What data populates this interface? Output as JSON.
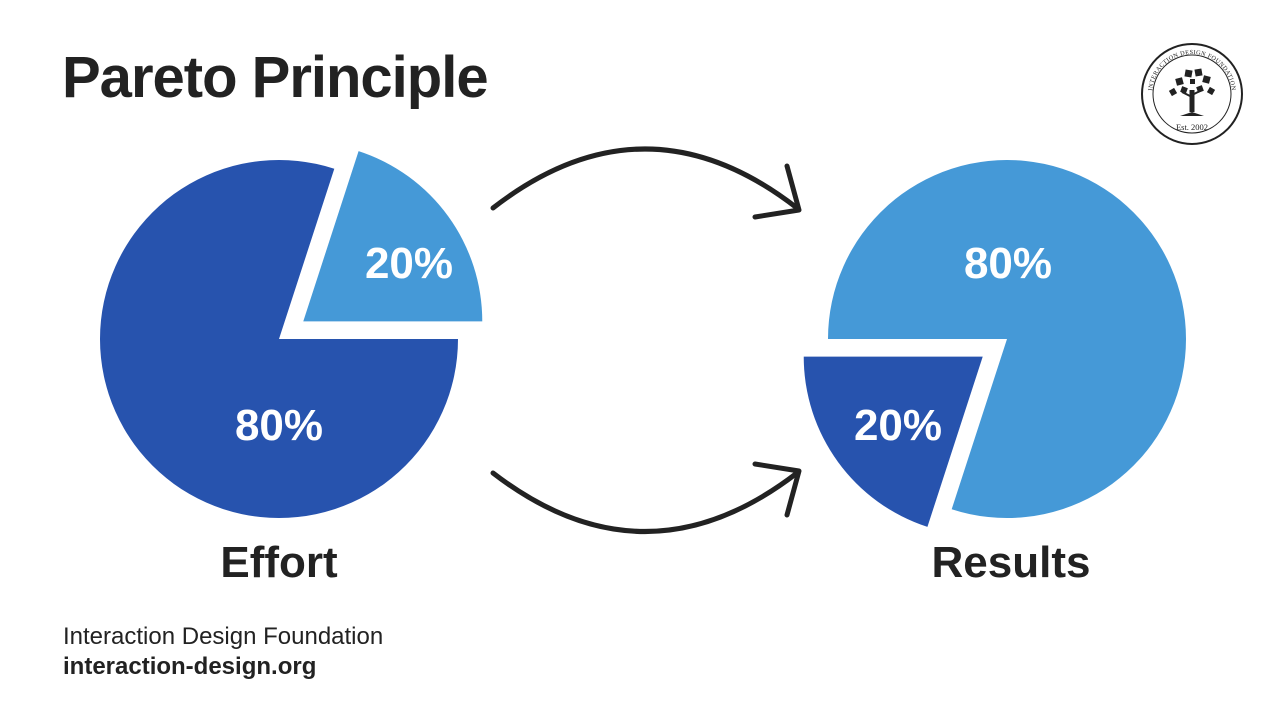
{
  "title": "Pareto Principle",
  "colors": {
    "dark_blue": "#2753AE",
    "light_blue": "#4599D7",
    "text": "#222222",
    "arrow": "#222222"
  },
  "chart_data": [
    {
      "type": "pie",
      "label": "Effort",
      "slices": [
        {
          "label": "20%",
          "value": 20,
          "color": "#4599D7",
          "exploded": true
        },
        {
          "label": "80%",
          "value": 80,
          "color": "#2753AE",
          "exploded": false
        }
      ]
    },
    {
      "type": "pie",
      "label": "Results",
      "slices": [
        {
          "label": "80%",
          "value": 80,
          "color": "#4599D7",
          "exploded": false
        },
        {
          "label": "20%",
          "value": 20,
          "color": "#2753AE",
          "exploded": true
        }
      ]
    }
  ],
  "logo": {
    "ring_text": "INTERACTION DESIGN FOUNDATION",
    "est": "Est. 2002",
    "icon": "tree-icon"
  },
  "footer": {
    "name": "Interaction Design Foundation",
    "url": "interaction-design.org"
  }
}
